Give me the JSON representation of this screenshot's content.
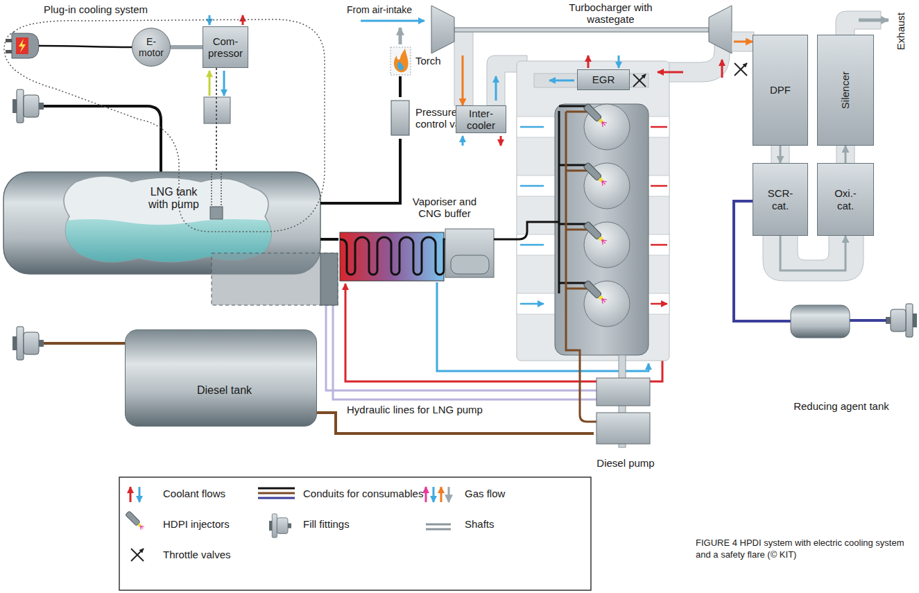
{
  "diagram": {
    "caption": "FIGURE 4 HPDI system with electric cooling system and a safety flare (© KIT)",
    "nodes": [
      {
        "text": [
          "Plug-in cooling system"
        ]
      },
      {
        "text": [
          "E- motor"
        ],
        "in": 0
      },
      {
        "text": [
          "Com- pressor"
        ],
        "in": 0
      },
      {
        "text": [
          "Torch"
        ]
      },
      {
        "text": [
          "Pressure control valve"
        ]
      },
      {
        "text": [
          "Turbocharger with wastegate"
        ]
      },
      {
        "text": [
          "EGR"
        ]
      },
      {
        "text": [
          "Inter- cooler"
        ]
      },
      {
        "text": [
          "DPF"
        ]
      },
      {
        "text": [
          "Silencer"
        ]
      },
      {
        "text": [
          "LNG tank with pump"
        ]
      },
      {
        "text": [
          "Vaporiser and CNG buffer"
        ]
      },
      {
        "text": [
          "SCR- cat."
        ]
      },
      {
        "text": [
          "Oxi.- cat."
        ]
      },
      {
        "text": [
          "Diesel tank"
        ]
      },
      {
        "text": [
          "Reducing agent tank"
        ]
      },
      {
        "text": [
          "Diesel pump"
        ]
      }
    ],
    "edges": [
      {
        "from": 1,
        "to": 2,
        "arrow": "none"
      },
      {
        "from": 2,
        "to": 10,
        "arrow": "none"
      },
      {
        "from": 10,
        "to": 4,
        "arrow": "none"
      },
      {
        "from": 4,
        "to": 3,
        "arrow": "none"
      },
      {
        "from": 10,
        "to": 11,
        "arrow": "none"
      },
      {
        "from": 5,
        "to": 7,
        "arrow": "to"
      },
      {
        "from": 5,
        "to": 8,
        "arrow": "to"
      },
      {
        "from": 8,
        "to": 12,
        "arrow": "to"
      },
      {
        "from": 12,
        "to": 13,
        "arrow": "to"
      },
      {
        "from": 13,
        "to": 9,
        "arrow": "to"
      },
      {
        "from": 15,
        "to": 12,
        "arrow": "none"
      },
      {
        "from": 14,
        "to": 16,
        "arrow": "none"
      }
    ],
    "labels": [
      "From air-intake",
      "Hydraulic lines for LNG pump",
      "Exhaust"
    ],
    "legend": [
      {
        "text": "Coolant flows"
      },
      {
        "text": "Conduits for consumables"
      },
      {
        "text": "Gas flow"
      },
      {
        "text": "HDPI injectors"
      },
      {
        "text": "Fill fittings"
      },
      {
        "text": "Shafts"
      },
      {
        "text": "Throttle valves"
      }
    ]
  }
}
